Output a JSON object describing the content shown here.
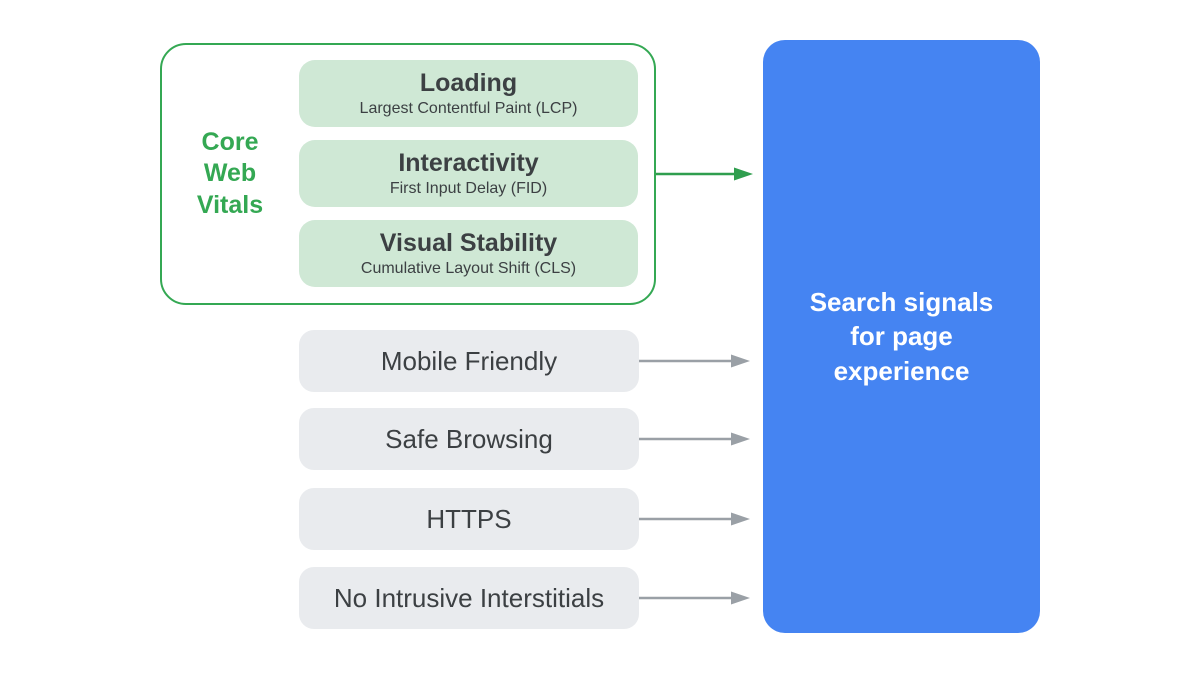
{
  "diagram": {
    "core_web_vitals": {
      "label_lines": [
        "Core",
        "Web",
        "Vitals"
      ],
      "items": [
        {
          "title": "Loading",
          "subtitle": "Largest Contentful Paint (LCP)"
        },
        {
          "title": "Interactivity",
          "subtitle": "First Input Delay (FID)"
        },
        {
          "title": "Visual Stability",
          "subtitle": "Cumulative Layout Shift (CLS)"
        }
      ]
    },
    "other_signals": [
      "Mobile Friendly",
      "Safe Browsing",
      "HTTPS",
      "No Intrusive Interstitials"
    ],
    "result": {
      "lines": [
        "Search signals",
        "for page",
        "experience"
      ]
    },
    "colors": {
      "green_border": "#34a853",
      "green_fill": "#cfe8d5",
      "green_text": "#34a853",
      "green_arrow": "#2f9e4e",
      "gray_fill": "#e9ebee",
      "gray_arrow": "#9aa0a6",
      "dark_text": "#3c4043",
      "blue_fill": "#4584f2",
      "white_text": "#ffffff"
    }
  }
}
